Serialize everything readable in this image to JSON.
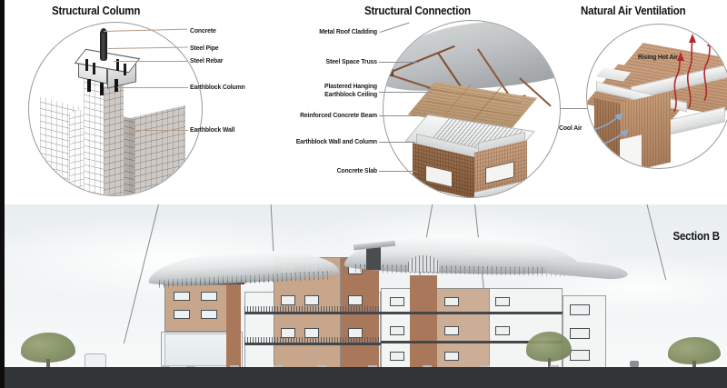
{
  "document": {
    "section_label": "Section B"
  },
  "panels": [
    {
      "id": "structural-column",
      "title": "Structural Column",
      "labels": [
        {
          "text": "Concrete"
        },
        {
          "text": "Steel Pipe"
        },
        {
          "text": "Steel Rebar"
        },
        {
          "text": "Earthblock Column"
        },
        {
          "text": "Earthblock Wall"
        }
      ]
    },
    {
      "id": "structural-connection",
      "title": "Structural Connection",
      "labels": [
        {
          "text": "Metal Roof Cladding"
        },
        {
          "text": "Steel Space Truss"
        },
        {
          "text": "Plastered Hanging"
        },
        {
          "text": "Earthblock Ceiling"
        },
        {
          "text": "Reinforced Concrete Beam"
        },
        {
          "text": "Earthblock Wall and Column"
        },
        {
          "text": "Concrete Slab"
        }
      ]
    },
    {
      "id": "natural-air-ventilation",
      "title": "Natural Air Ventilation",
      "labels": [
        {
          "text": "Rising Hot Air"
        },
        {
          "text": "Cool Air"
        }
      ]
    }
  ],
  "colors": {
    "hot_air_arrow": "#b4272b",
    "cool_air_arrow": "#8fa8c8",
    "leader_line": "#b99a82",
    "earthblock": "#8a6a4a",
    "concrete": "#e9ebec",
    "roof_metal": "#b9bec1",
    "ground": "#333639",
    "tree_foliage": "#7d8a5d",
    "title_text": "#111111"
  }
}
